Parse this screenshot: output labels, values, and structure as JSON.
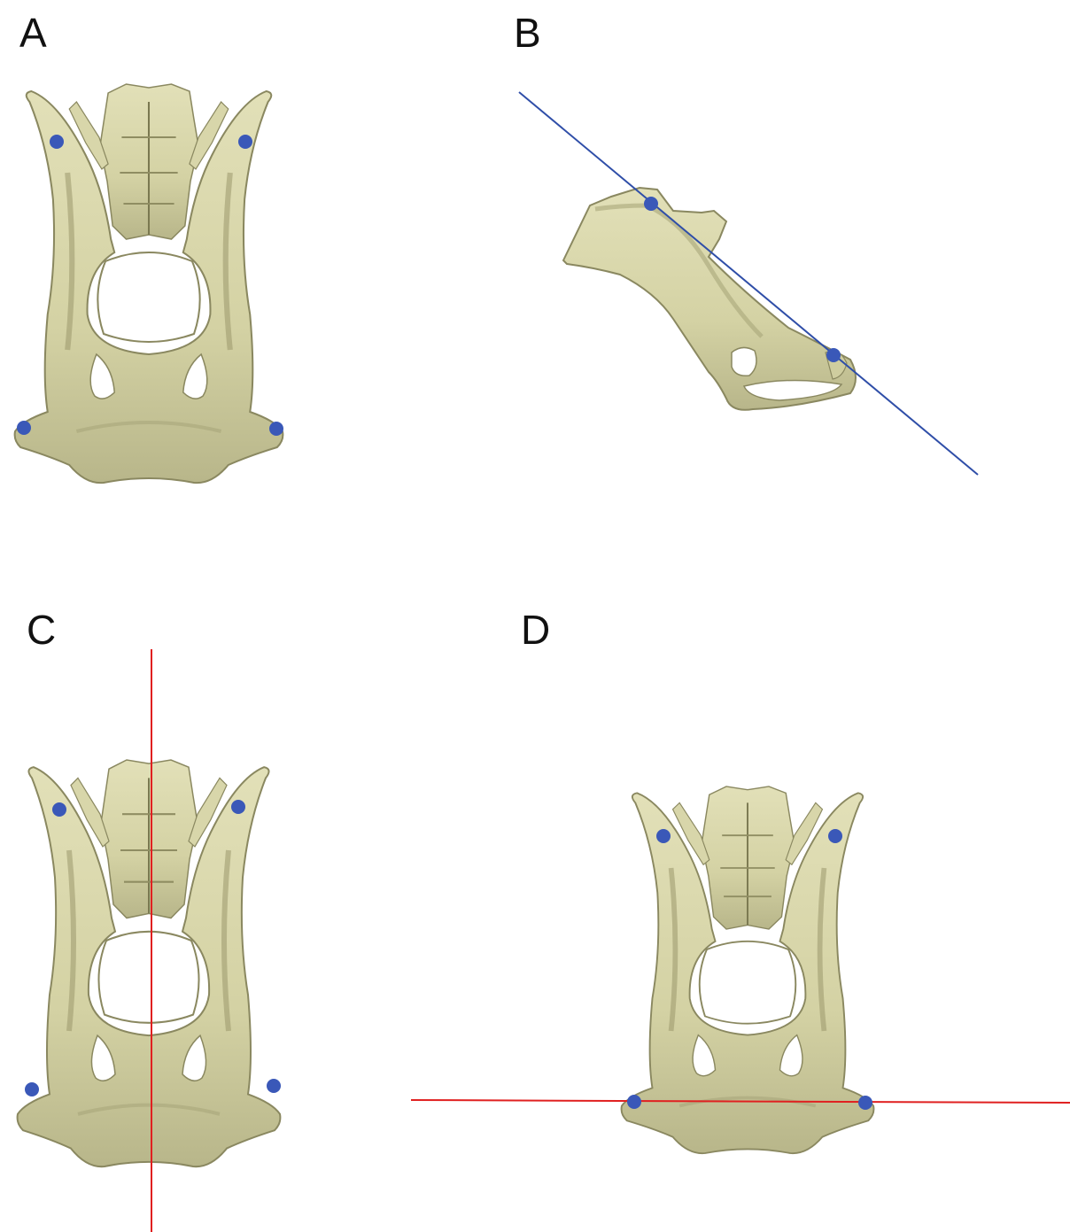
{
  "panels": [
    {
      "label": "A"
    },
    {
      "label": "B"
    },
    {
      "label": "C"
    },
    {
      "label": "D"
    }
  ],
  "colors": {
    "bone": "#d6d4a8",
    "bone_shadow": "#9c9a6c",
    "bone_outline": "#8a8860",
    "landmark": "#3a58b8",
    "plane_line_b": "#2f4ea8",
    "axis_line": "#e02020"
  },
  "icons": {
    "landmark": "dot-icon"
  }
}
